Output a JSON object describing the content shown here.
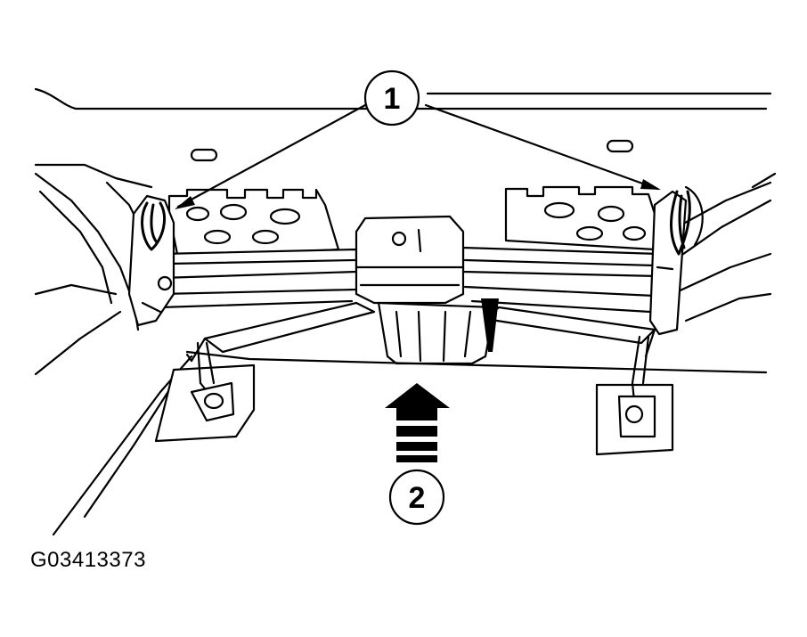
{
  "callouts": {
    "one": "1",
    "two": "2"
  },
  "figure_id": "G03413373",
  "colors": {
    "ink": "#000000",
    "paper": "#ffffff"
  }
}
